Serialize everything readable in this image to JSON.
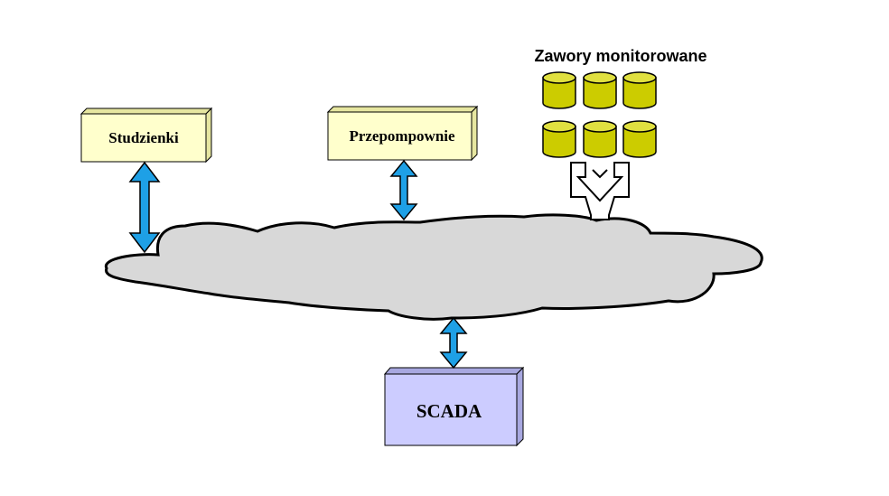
{
  "diagram": {
    "nodes": {
      "studzienki": "Studzienki",
      "przepompownie": "Przepompownie",
      "scada": "SCADA",
      "valves_group": "Zawory monitorowane"
    },
    "edges": [
      {
        "from": "studzienki",
        "to": "network",
        "type": "bidirectional"
      },
      {
        "from": "przepompownie",
        "to": "network",
        "type": "bidirectional"
      },
      {
        "from": "valves_group",
        "to": "network",
        "type": "merge"
      },
      {
        "from": "network",
        "to": "scada",
        "type": "bidirectional"
      }
    ],
    "colors": {
      "box_yellow": "#ffffcc",
      "box_yellow_side": "#e6e6a0",
      "scada_fill": "#ccccff",
      "scada_side": "#a8a8e0",
      "cloud_fill": "#d8d8d8",
      "arrow_blue": "#1ea0e6",
      "cylinder_fill": "#cccc00",
      "cylinder_top": "#e0e040",
      "stroke": "#000000"
    }
  }
}
